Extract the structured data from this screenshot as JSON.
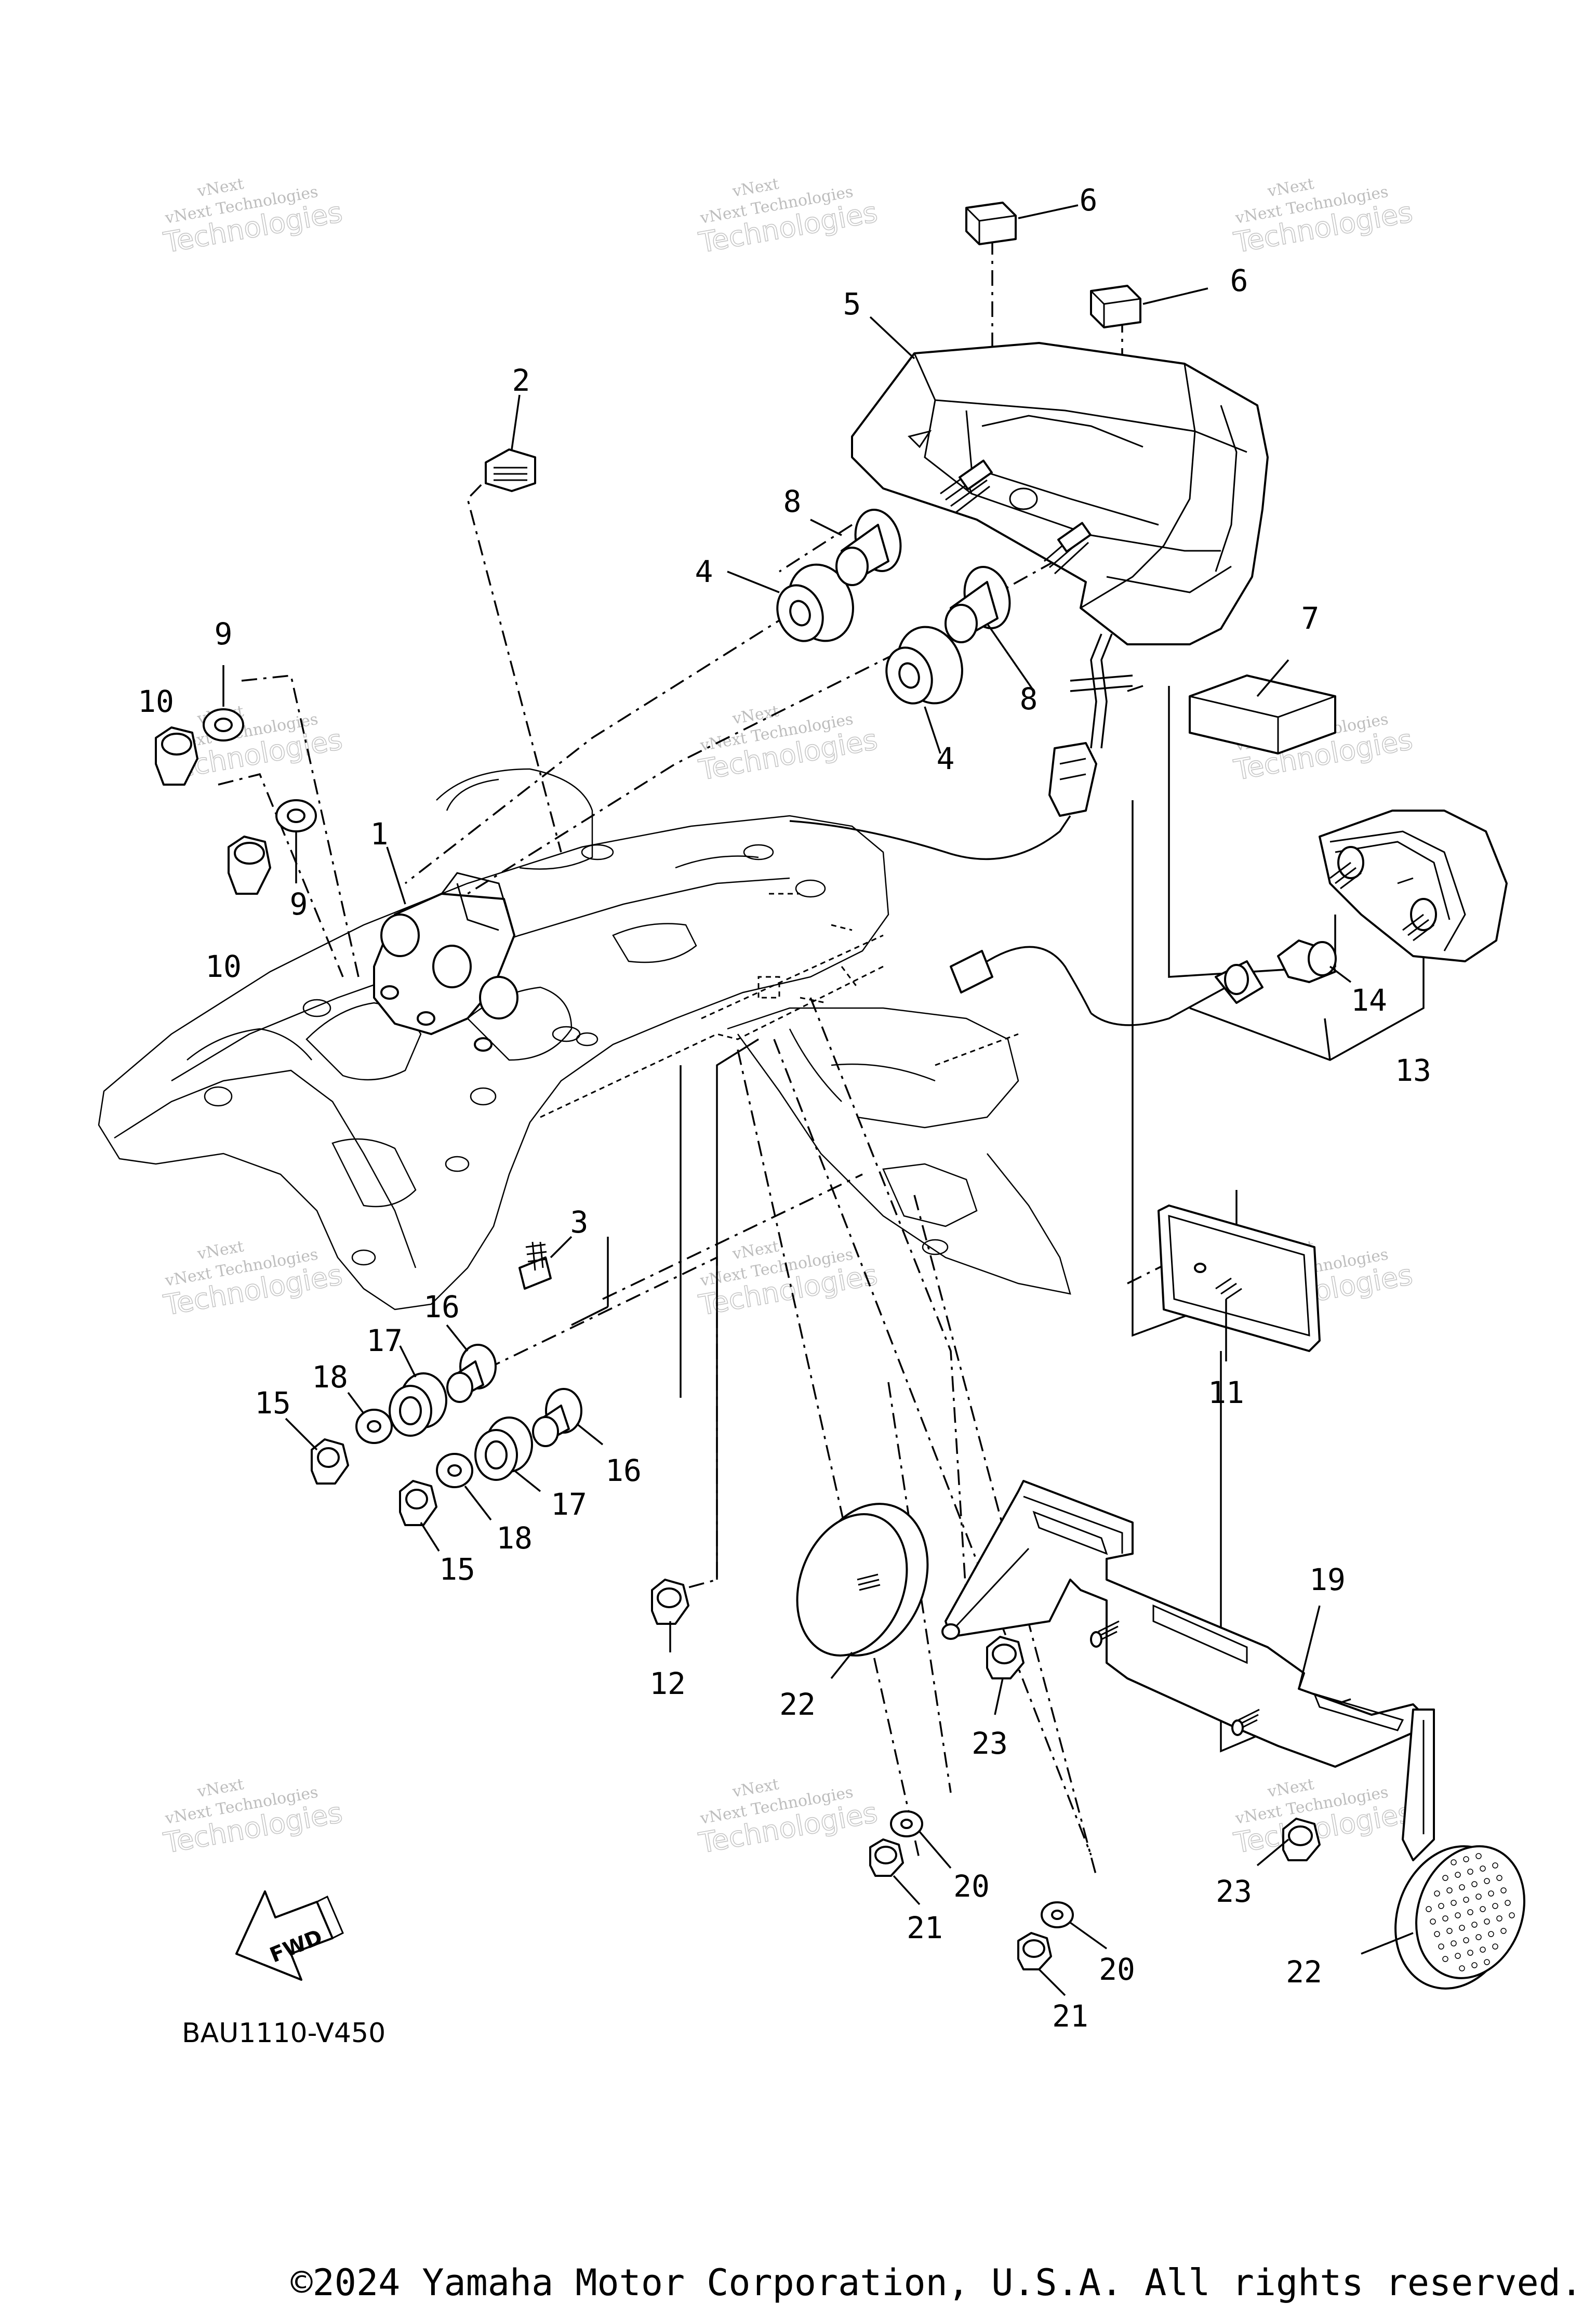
{
  "diagram_code": "BAU1110-V450",
  "copyright": "©2024 Yamaha Motor Corporation, U.S.A. All rights reserved.",
  "fwd_label": "FWD",
  "watermark": {
    "line1": "vNext",
    "line2": "vNext Technologies",
    "line3": "Technologies"
  },
  "callouts": [
    "1",
    "2",
    "3",
    "4",
    "4",
    "5",
    "6",
    "6",
    "7",
    "8",
    "8",
    "9",
    "9",
    "10",
    "10",
    "11",
    "12",
    "13",
    "14",
    "15",
    "15",
    "16",
    "16",
    "17",
    "17",
    "18",
    "18",
    "19",
    "20",
    "20",
    "21",
    "21",
    "22",
    "22",
    "23",
    "23"
  ]
}
